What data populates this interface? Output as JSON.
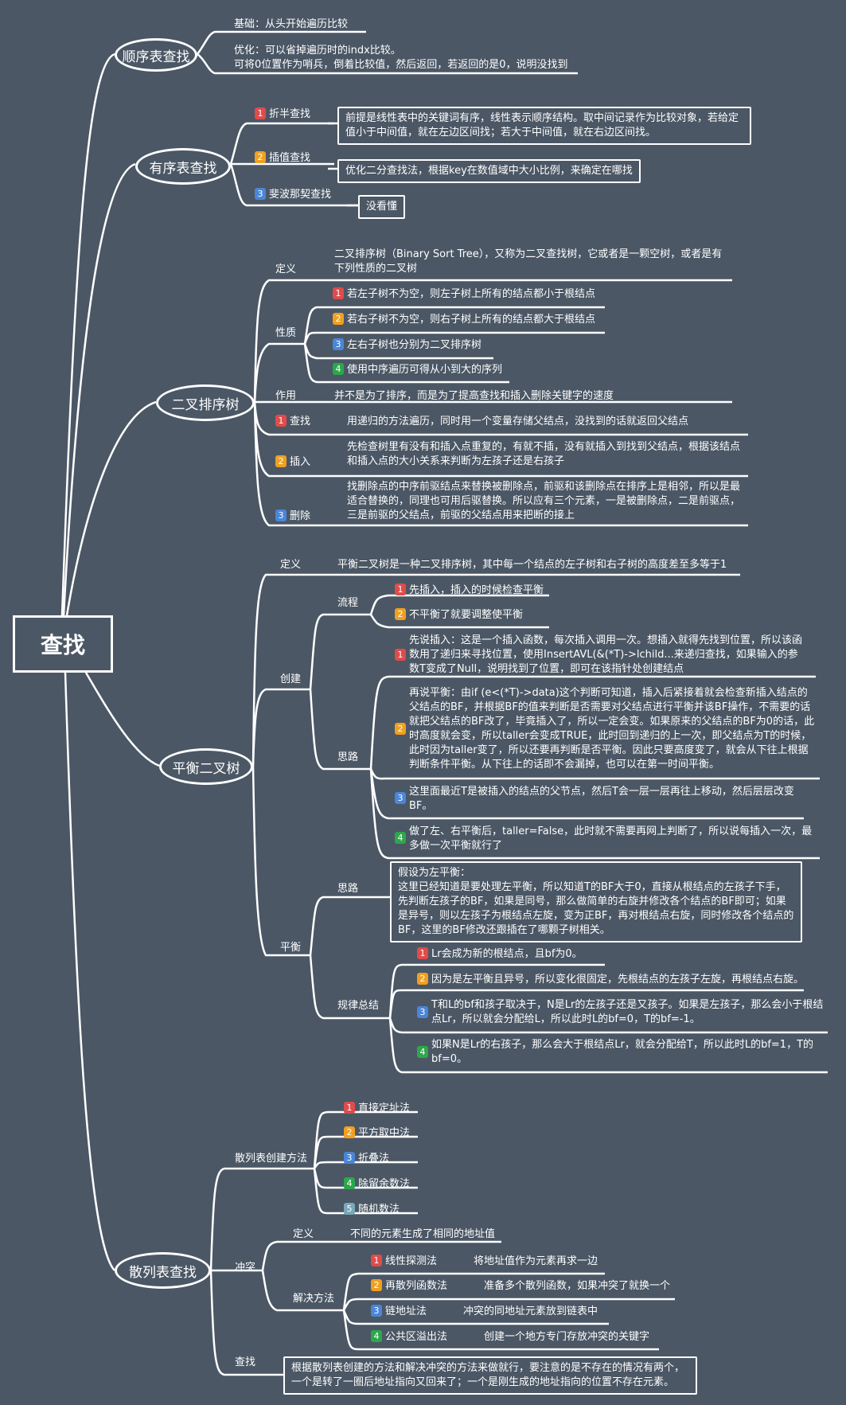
{
  "root": {
    "label": "查找"
  },
  "seq": {
    "label": "顺序表查找",
    "basic": "基础：从头开始遍历比较",
    "opt": "优化：可以省掉遍历时的indx比较。\n可将0位置作为哨兵，倒着比较值，然后返回，若返回的是0，说明没找到"
  },
  "ordered": {
    "label": "有序表查找",
    "items": [
      {
        "num": "1",
        "label": "折半查找",
        "desc": "前提是线性表中的关键词有序，线性表示顺序结构。取中间记录作为比较对象，若给定值小于中间值，就在左边区间找；若大于中间值，就在右边区间找。"
      },
      {
        "num": "2",
        "label": "插值查找",
        "desc": "优化二分查找法，根据key在数值域中大小比例，来确定在哪找"
      },
      {
        "num": "3",
        "label": "斐波那契查找",
        "desc": "没看懂"
      }
    ]
  },
  "bst": {
    "label": "二叉排序树",
    "def_label": "定义",
    "def_text": "二叉排序树（Binary Sort Tree），又称为二叉查找树，它或者是一颗空树，或者是有下列性质的二叉树",
    "prop_label": "性质",
    "props": [
      {
        "num": "1",
        "text": "若左子树不为空，则左子树上所有的结点都小于根结点"
      },
      {
        "num": "2",
        "text": "若右子树不为空，则右子树上所有的结点都大于根结点"
      },
      {
        "num": "3",
        "text": "左右子树也分别为二叉排序树"
      },
      {
        "num": "4",
        "text": "使用中序遍历可得从小到大的序列"
      }
    ],
    "use_label": "作用",
    "use_text": "并不是为了排序，而是为了提高查找和插入删除关键字的速度",
    "ops": [
      {
        "num": "1",
        "label": "查找",
        "text": "用递归的方法遍历，同时用一个变量存储父结点，没找到的话就返回父结点"
      },
      {
        "num": "2",
        "label": "插入",
        "text": "先检查树里有没有和插入点重复的，有就不插，没有就插入到找到父结点，根据该结点和插入点的大小关系来判断为左孩子还是右孩子"
      },
      {
        "num": "3",
        "label": "删除",
        "text": "找删除点的中序前驱结点来替换被删除点，前驱和该删除点在排序上是相邻，所以是最适合替换的，同理也可用后驱替换。所以应有三个元素，一是被删除点，二是前驱点，三是前驱的父结点，前驱的父结点用来把断的接上"
      }
    ]
  },
  "avl": {
    "label": "平衡二叉树",
    "def_label": "定义",
    "def_text": "平衡二叉树是一种二叉排序树，其中每一个结点的左子树和右子树的高度差至多等于1",
    "create_label": "创建",
    "flow_label": "流程",
    "flow": [
      {
        "num": "1",
        "text": "先插入，插入的时候检查平衡"
      },
      {
        "num": "2",
        "text": "不平衡了就要调整使平衡"
      }
    ],
    "idea_label": "思路",
    "ideas": [
      {
        "num": "1",
        "text": "先说插入：这是一个插入函数，每次插入调用一次。想插入就得先找到位置，所以该函数用了递归来寻找位置，使用InsertAVL(&(*T)->lchild...来递归查找，如果输入的参数T变成了Null，说明找到了位置，即可在该指针处创建结点"
      },
      {
        "num": "2",
        "text": "再说平衡：由if (e<(*T)->data)这个判断可知道，插入后紧接着就会检查新插入结点的父结点的BF，并根据BF的值来判断是否需要对父结点进行平衡并该BF操作，不需要的话就把父结点的BF改了，毕竟插入了，所以一定会变。如果原来的父结点的BF为0的话，此时高度就会变，所以taller会变成TRUE，此时回到递归的上一次，即父结点为T的时候，此时因为taller变了，所以还要再判断是否平衡。因此只要高度变了，就会从下往上根据判断条件平衡。从下往上的话即不会漏掉，也可以在第一时间平衡。"
      },
      {
        "num": "3",
        "text": "这里面最近T是被插入的结点的父节点，然后T会一层一层再往上移动，然后层层改变BF。"
      },
      {
        "num": "4",
        "text": "做了左、右平衡后，taller=False，此时就不需要再网上判断了，所以说每插入一次，最多做一次平衡就行了"
      }
    ],
    "bal_label": "平衡",
    "bal_idea_label": "思路",
    "bal_idea_text": "假设为左平衡：\n这里已经知道是要处理左平衡，所以知道T的BF大于0，直接从根结点的左孩子下手，先判断左孩子的BF，如果是同号，那么做简单的右旋并修改各个结点的BF即可；如果是异号，则以左孩子为根结点左旋，变为正BF，再对根结点右旋，同时修改各个结点的BF，这里的BF修改还跟插在了哪颗子树相关。",
    "rule_label": "规律总结",
    "rules": [
      {
        "num": "1",
        "text": "Lr会成为新的根结点，且bf为0。"
      },
      {
        "num": "2",
        "text": "因为是左平衡且异号，所以变化很固定，先根结点的左孩子左旋，再根结点右旋。"
      },
      {
        "num": "3",
        "text": "T和L的bf和孩子取决于，N是Lr的左孩子还是又孩子。如果是左孩子，那么会小于根结点Lr，所以就会分配给L，所以此时L的bf=0，T的bf=-1。"
      },
      {
        "num": "4",
        "text": "如果N是Lr的右孩子，那么会大于根结点Lr，就会分配给T，所以此时L的bf=1，T的bf=0。"
      }
    ]
  },
  "hash": {
    "label": "散列表查找",
    "create_label": "散列表创建方法",
    "methods": [
      {
        "num": "1",
        "text": "直接定址法"
      },
      {
        "num": "2",
        "text": "平方取中法"
      },
      {
        "num": "3",
        "text": "折叠法"
      },
      {
        "num": "4",
        "text": "除留余数法"
      },
      {
        "num": "5",
        "text": "随机数法"
      }
    ],
    "conflict_label": "冲突",
    "conflict_def_label": "定义",
    "conflict_def_text": "不同的元素生成了相同的地址值",
    "solve_label": "解决方法",
    "solves": [
      {
        "num": "1",
        "name": "线性探测法",
        "text": "将地址值作为元素再求一边"
      },
      {
        "num": "2",
        "name": "再散列函数法",
        "text": "准备多个散列函数，如果冲突了就换一个"
      },
      {
        "num": "3",
        "name": "链地址法",
        "text": "冲突的同地址元素放到链表中"
      },
      {
        "num": "4",
        "name": "公共区溢出法",
        "text": "创建一个地方专门存放冲突的关键字"
      }
    ],
    "search_label": "查找",
    "search_text": "根据散列表创建的方法和解决冲突的方法来做就行，要注意的是不存在的情况有两个，一个是转了一圈后地址指向又回来了；一个是刚生成的地址指向的位置不存在元素。"
  },
  "colors": {
    "background": "#4b5765",
    "line": "#ffffff",
    "badge1": "#e04b4b",
    "badge2": "#f0a020",
    "badge3": "#4a86d8",
    "badge4": "#2ca84a",
    "badge5": "#7aa8b8"
  }
}
